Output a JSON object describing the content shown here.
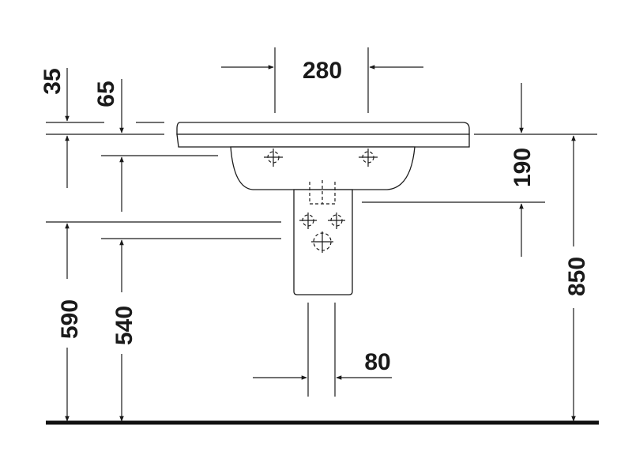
{
  "drawing": {
    "view": "front elevation",
    "units": "mm",
    "dimensions": {
      "top_gap_width": "280",
      "outlet_width": "80",
      "rim_thickness": "35",
      "bowl_offset": "65",
      "pedestal_top_drop": "190",
      "overall_height": "850",
      "pedestal_top_height": "590",
      "pedestal_inner_height": "540"
    }
  }
}
